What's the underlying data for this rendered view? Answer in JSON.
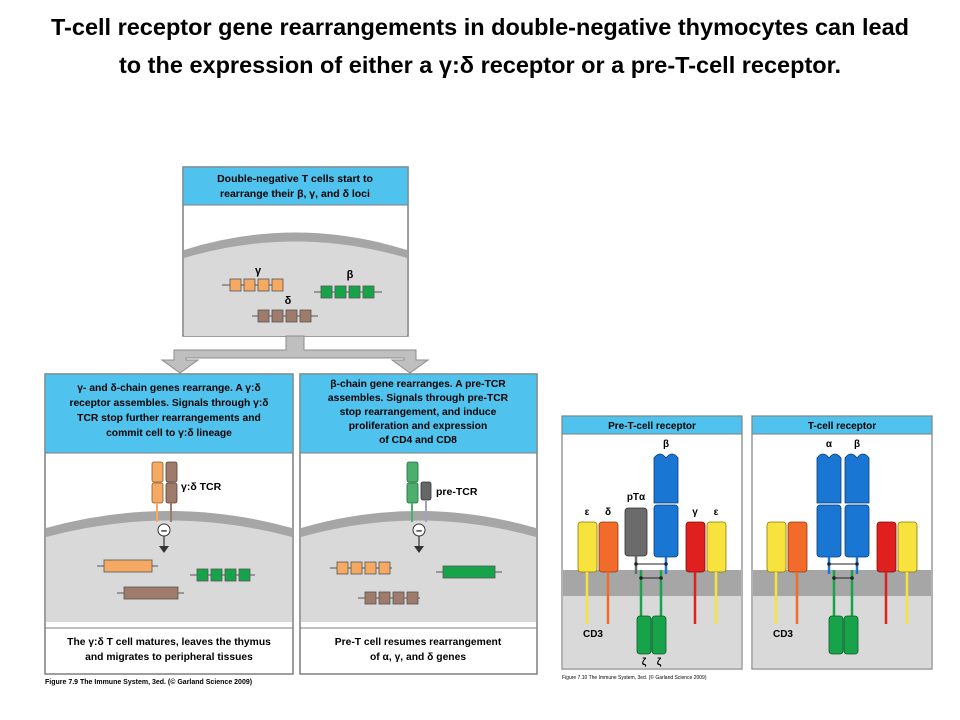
{
  "slide": {
    "title": "T-cell receptor gene rearrangements in double-negative thymocytes can lead to the expression of either a γ:δ receptor or a pre-T-cell receptor."
  },
  "figure_left": {
    "top_box": {
      "lines": [
        "Double-negative T cells start to",
        "rearrange their β, γ, and δ loci"
      ],
      "labels": {
        "gamma": "γ",
        "delta": "δ",
        "beta": "β"
      }
    },
    "left_box": {
      "lines": [
        "γ- and δ-chain genes rearrange. A γ:δ",
        "receptor assembles. Signals through γ:δ",
        "TCR stop further rearrangements and",
        "commit cell to γ:δ lineage"
      ],
      "receptor_label": "γ:δ TCR",
      "minus": "–",
      "bottom_lines": [
        "The γ:δ T cell matures, leaves the thymus",
        "and migrates to peripheral tissues"
      ]
    },
    "right_box": {
      "lines": [
        "β-chain gene rearranges. A pre-TCR",
        "assembles. Signals through pre-TCR",
        "stop rearrangement, and induce",
        "proliferation and expression",
        "of CD4 and CD8"
      ],
      "receptor_label": "pre-TCR",
      "minus": "–",
      "bottom_lines": [
        "Pre-T cell resumes rearrangement",
        "of α, γ, and δ genes"
      ]
    },
    "caption": "Figure 7.9 The Immune System, 3ed. (© Garland Science 2009)"
  },
  "figure_right": {
    "pre_tcr_panel": {
      "header": "Pre-T-cell receptor",
      "labels": {
        "epsilon1": "ε",
        "delta": "δ",
        "ptalpha": "pTα",
        "beta": "β",
        "gamma": "γ",
        "epsilon2": "ε",
        "cd3": "CD3",
        "zeta1": "ζ",
        "zeta2": "ζ"
      }
    },
    "tcr_panel": {
      "header": "T-cell receptor",
      "labels": {
        "alpha": "α",
        "beta": "β",
        "cd3": "CD3"
      }
    },
    "caption": "Figure 7.10 The Immune System, 3ed. (© Garland Science 2009)"
  },
  "colors": {
    "header_blue": "#4fc3ee",
    "cytoplasm": "#d9d9d9",
    "membrane": "#a6a6a6",
    "arrow_gray": "#bfbfbf",
    "orange": "#f5a962",
    "brown": "#9e7b6b",
    "green": "#17a34a",
    "blue": "#1976d2",
    "yellow": "#f7e23e",
    "orange_red": "#f26b2a",
    "red": "#e0201f",
    "gray": "#707070"
  }
}
